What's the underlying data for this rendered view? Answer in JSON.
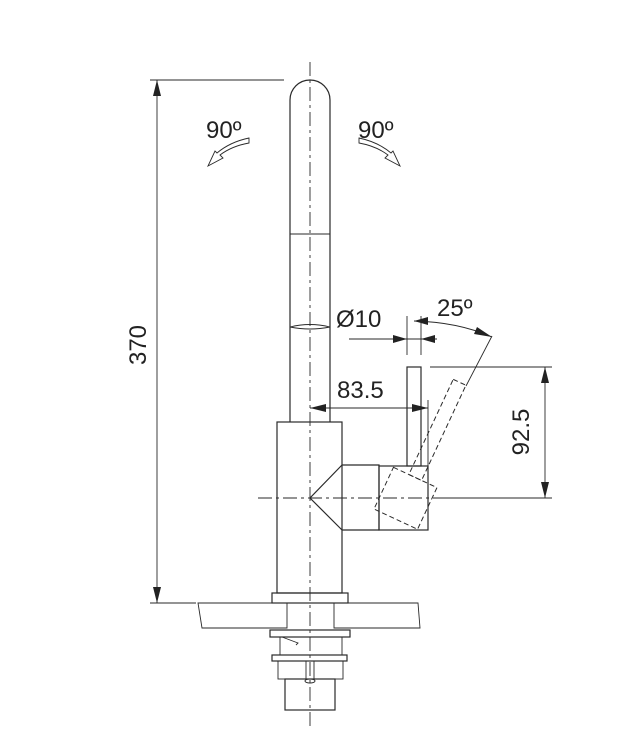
{
  "drawing": {
    "title": "Faucet dimension drawing",
    "dimensions": {
      "height": "370",
      "reach": "83.5",
      "lever_diameter": "Ø10",
      "lever_height": "92.5",
      "lever_angle": "25º",
      "rotation_left": "90º",
      "rotation_right": "90º"
    },
    "colors": {
      "line": "#2a2a2a",
      "background": "#ffffff"
    }
  }
}
